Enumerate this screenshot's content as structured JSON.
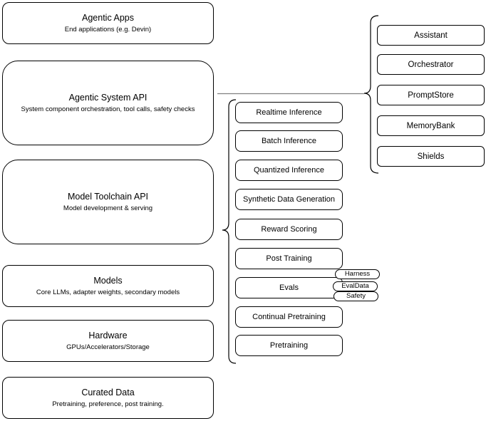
{
  "colors": {
    "stroke": "#000000",
    "background": "#ffffff",
    "connector_line": "#808080"
  },
  "stack": [
    {
      "title": "Agentic Apps",
      "subtitle": "End applications (e.g. Devin)"
    },
    {
      "title": "Agentic System API",
      "subtitle": "System component orchestration, tool calls, safety checks"
    },
    {
      "title": "Model Toolchain API",
      "subtitle": "Model development & serving"
    },
    {
      "title": "Models",
      "subtitle": "Core LLMs, adapter weights, secondary models"
    },
    {
      "title": "Hardware",
      "subtitle": "GPUs/Accelerators/Storage"
    },
    {
      "title": "Curated Data",
      "subtitle": "Pretraining, preference, post training."
    }
  ],
  "toolchain": [
    "Realtime Inference",
    "Batch Inference",
    "Quantized Inference",
    "Synthetic Data Generation",
    "Reward Scoring",
    "Post Training",
    "Evals",
    "Continual Pretraining",
    "Pretraining"
  ],
  "evals_tags": [
    "Harness",
    "EvalData",
    "Safety"
  ],
  "system_components": [
    "Assistant",
    "Orchestrator",
    "PromptStore",
    "MemoryBank",
    "Shields"
  ]
}
